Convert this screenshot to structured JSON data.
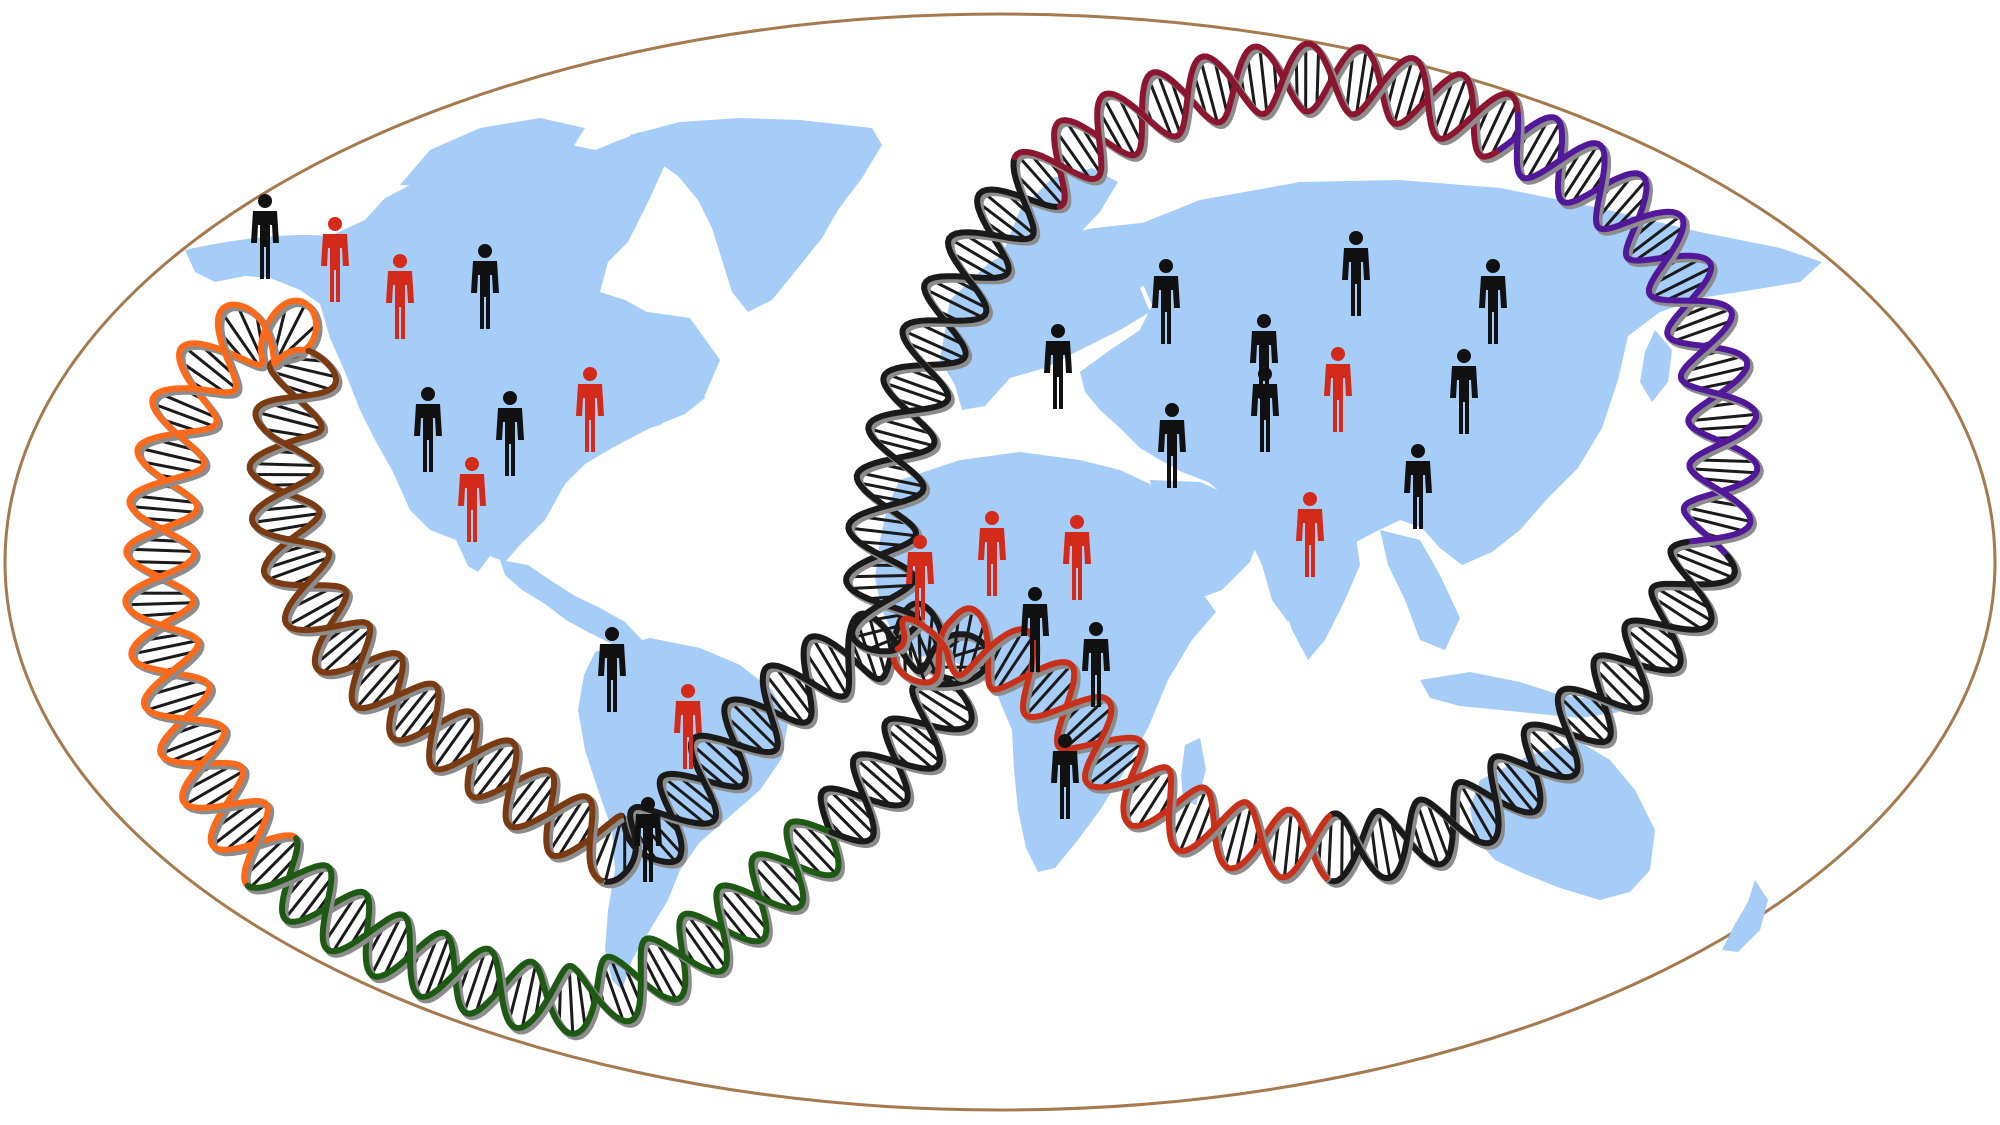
{
  "colors": {
    "background": "#ffffff",
    "frame": "#a47a4e",
    "land": "#a5cdf8",
    "person_black": "#111111",
    "person_red": "#d42a1a",
    "rung_fill": "#ffffff",
    "rung_stroke": "#1a1a1a",
    "shadow": "#8c8c8c"
  },
  "people": [
    {
      "region": "north-america",
      "color": "black"
    },
    {
      "region": "north-america",
      "color": "red"
    },
    {
      "region": "north-america",
      "color": "red"
    },
    {
      "region": "north-america",
      "color": "black"
    },
    {
      "region": "north-america",
      "color": "black"
    },
    {
      "region": "north-america",
      "color": "black"
    },
    {
      "region": "north-america",
      "color": "red"
    },
    {
      "region": "north-america",
      "color": "red"
    },
    {
      "region": "south-america",
      "color": "black"
    },
    {
      "region": "south-america",
      "color": "red"
    },
    {
      "region": "south-america",
      "color": "black"
    },
    {
      "region": "africa",
      "color": "red"
    },
    {
      "region": "africa",
      "color": "red"
    },
    {
      "region": "africa",
      "color": "red"
    },
    {
      "region": "africa",
      "color": "black"
    },
    {
      "region": "africa",
      "color": "black"
    },
    {
      "region": "africa",
      "color": "black"
    },
    {
      "region": "eurasia",
      "color": "black"
    },
    {
      "region": "eurasia",
      "color": "black"
    },
    {
      "region": "eurasia",
      "color": "black"
    },
    {
      "region": "eurasia",
      "color": "black"
    },
    {
      "region": "eurasia",
      "color": "black"
    },
    {
      "region": "eurasia",
      "color": "red"
    },
    {
      "region": "eurasia",
      "color": "black"
    },
    {
      "region": "eurasia",
      "color": "red"
    },
    {
      "region": "eurasia",
      "color": "black"
    },
    {
      "region": "eurasia",
      "color": "black"
    },
    {
      "region": "eurasia",
      "color": "black"
    }
  ],
  "helix_strand_colors": {
    "americas_loop": [
      "#ff6a1a",
      "#1e5a14",
      "#1a1a1a",
      "#7a3a12"
    ],
    "old_world_loop": [
      "#1a1a1a",
      "#8c1530",
      "#52189a",
      "#1a1a1a",
      "#c8301a"
    ]
  }
}
